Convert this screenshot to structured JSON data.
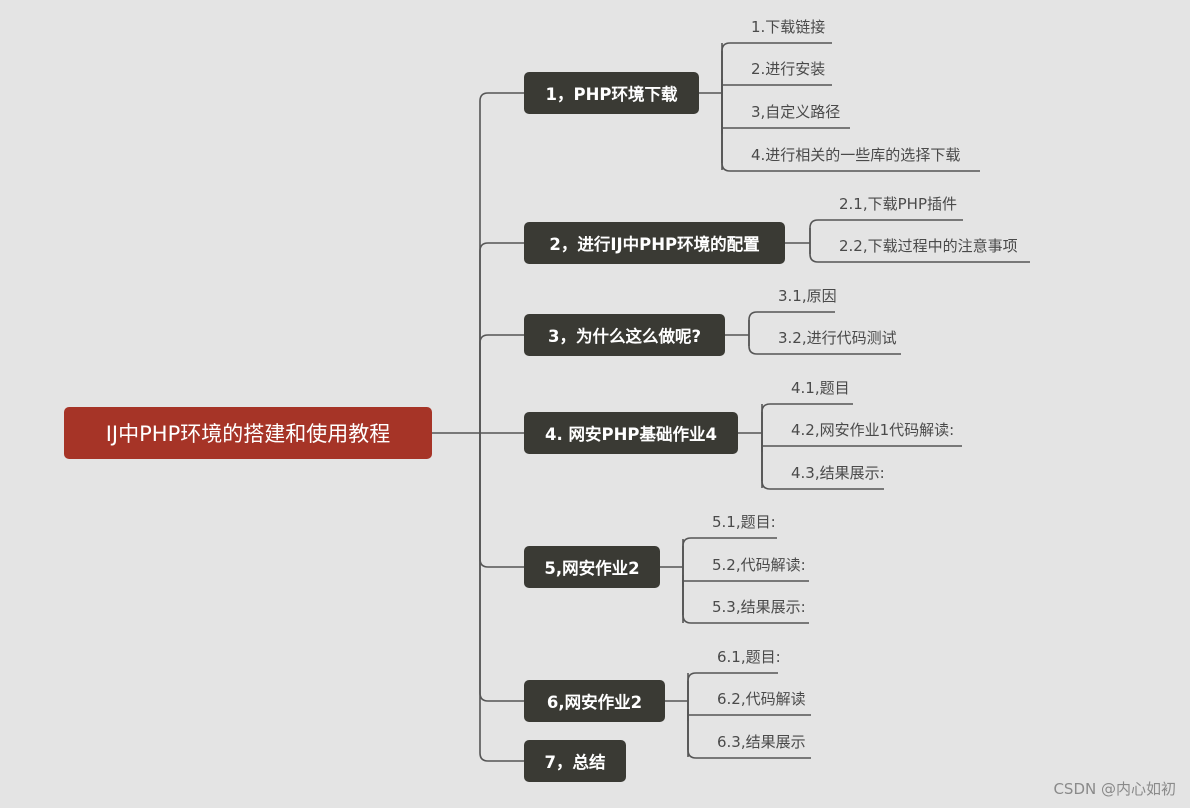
{
  "root": {
    "label": "IJ中PHP环境的搭建和使用教程"
  },
  "branches": [
    {
      "label": "1，PHP环境下载",
      "children": [
        "1.下载链接",
        "2.进行安装",
        "3,自定义路径",
        "4.进行相关的一些库的选择下载"
      ]
    },
    {
      "label": "2，进行IJ中PHP环境的配置",
      "children": [
        "2.1,下载PHP插件",
        "2.2,下载过程中的注意事项"
      ]
    },
    {
      "label": "3，为什么这么做呢?",
      "children": [
        "3.1,原因",
        "3.2,进行代码测试"
      ]
    },
    {
      "label": "4. 网安PHP基础作业4",
      "children": [
        "4.1,题目",
        "4.2,网安作业1代码解读:",
        "4.3,结果展示:"
      ]
    },
    {
      "label": "5,网安作业2",
      "children": [
        "5.1,题目:",
        "5.2,代码解读:",
        "5.3,结果展示:"
      ]
    },
    {
      "label": "6,网安作业2",
      "children": [
        "6.1,题目:",
        "6.2,代码解读",
        "6.3,结果展示"
      ]
    },
    {
      "label": "7，总结",
      "children": []
    }
  ],
  "watermark": "CSDN @内心如初"
}
